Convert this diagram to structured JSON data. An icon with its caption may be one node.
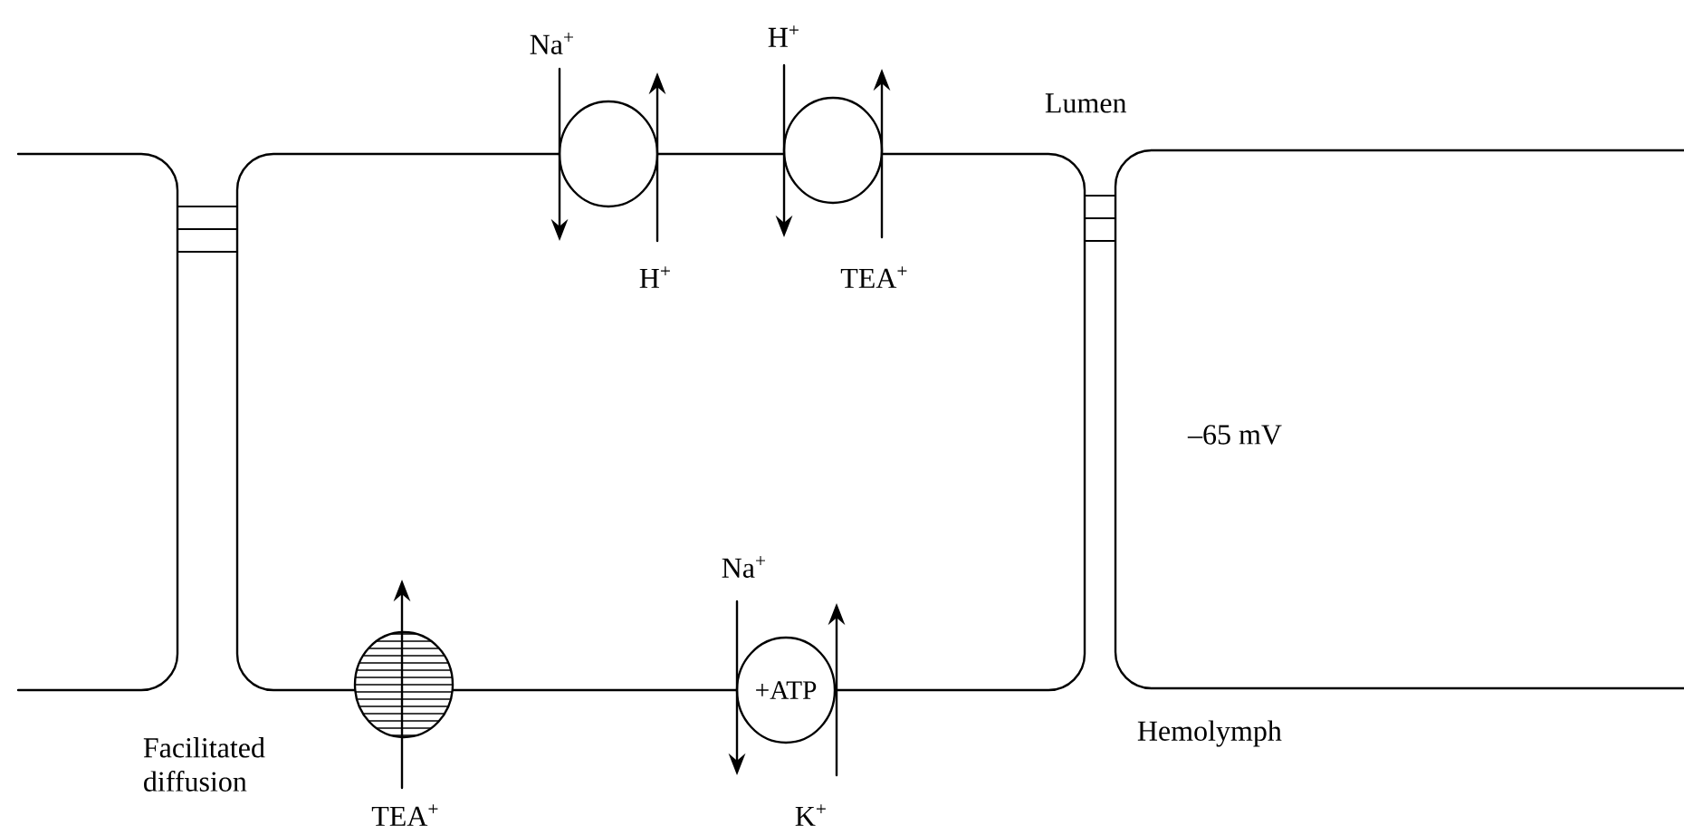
{
  "diagram": {
    "nodes": [
      {
        "text": [],
        "shape": "box"
      },
      {
        "text": [],
        "shape": "box"
      },
      {
        "text": [
          "–65 mV"
        ]
      },
      {
        "text": [],
        "shape": "circle"
      },
      {
        "text": [],
        "shape": "circle"
      },
      {
        "text": [],
        "shape": "circle"
      },
      {
        "text": [
          "+ATP"
        ]
      }
    ],
    "edges": [
      {
        "from": 0,
        "to": 1,
        "arrow": "none"
      },
      {
        "from": 0,
        "to": 1,
        "arrow": "none"
      },
      {
        "from": 0,
        "to": 1,
        "arrow": "none"
      },
      {
        "from": 1,
        "to": 2,
        "arrow": "none"
      },
      {
        "from": 1,
        "to": 2,
        "arrow": "none"
      },
      {
        "from": 1,
        "to": 2,
        "arrow": "none"
      }
    ],
    "labels": [
      "Na$^{+}$",
      "H$^{+}$",
      "Lumen",
      "H$^{+}$",
      "TEA$^{+}$",
      "Na$^{+}$",
      "Facilitated diffusion",
      "TEA$^{+}$",
      "Hemolymph",
      "K$^{+}$"
    ]
  }
}
